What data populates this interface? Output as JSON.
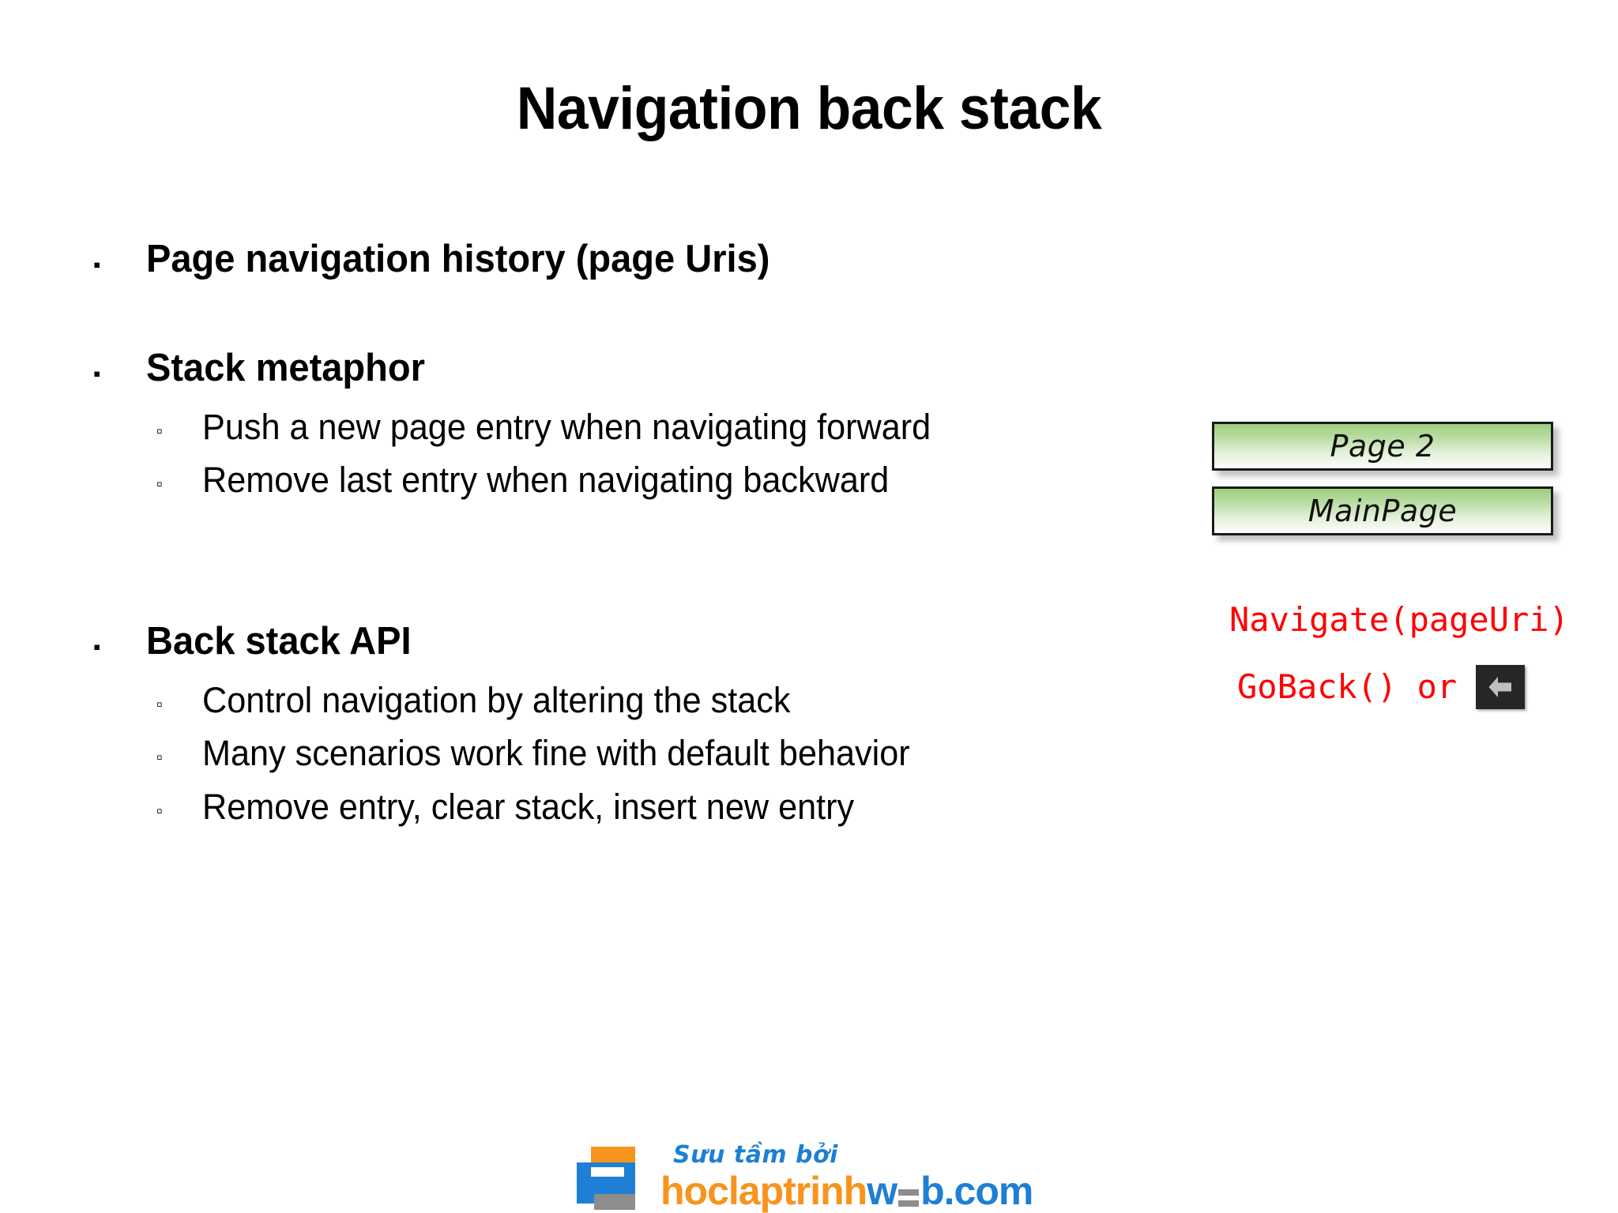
{
  "slide": {
    "title": "Navigation back stack",
    "bullets": [
      {
        "level": 1,
        "marker": "filled-square-bullet",
        "text": "Page navigation history (page Uris)"
      },
      {
        "level": 1,
        "marker": "filled-square-bullet",
        "text": "Stack metaphor"
      },
      {
        "level": 2,
        "marker": "hollow-square-bullet",
        "text": "Push a new page entry when navigating forward"
      },
      {
        "level": 2,
        "marker": "hollow-square-bullet",
        "text": "Remove last entry when navigating backward"
      },
      {
        "level": 1,
        "marker": "filled-square-bullet",
        "text": "Back stack API"
      },
      {
        "level": 2,
        "marker": "hollow-square-bullet",
        "text": "Control navigation by altering the stack"
      },
      {
        "level": 2,
        "marker": "hollow-square-bullet",
        "text": "Many scenarios work fine with default behavior"
      },
      {
        "level": 2,
        "marker": "hollow-square-bullet",
        "text": "Remove entry, clear stack, insert new entry"
      }
    ],
    "markers": {
      "level1": "▪",
      "level2": "▫"
    }
  },
  "diagram": {
    "stack_boxes": [
      {
        "label": "Page 2"
      },
      {
        "label": "MainPage"
      }
    ],
    "code_lines": [
      {
        "text": "Navigate(pageUri)"
      },
      {
        "text": "GoBack() or"
      }
    ],
    "back_button": {
      "icon": "left-arrow-icon",
      "background": "#262626",
      "arrow_color": "#BFBFBF"
    },
    "colors": {
      "box_green_top": "#9DCE80",
      "box_green_bottom": "#FCFDFB",
      "box_border": "#1A1A1A",
      "code_red": "#FF0000"
    }
  },
  "footer": {
    "logo_icon": "printer-logo-icon",
    "tagline": "Sưu tầm bởi",
    "domain_part_orange": "hoclaptrinh",
    "domain_part_blue_a": "w",
    "domain_part_blue_b": "b.com",
    "colors": {
      "orange": "#F7941E",
      "blue": "#1E7FD4",
      "gray": "#8D8D8D"
    }
  }
}
